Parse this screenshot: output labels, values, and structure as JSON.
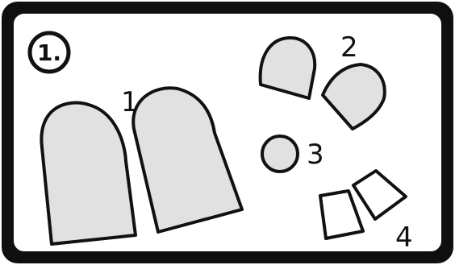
{
  "step": {
    "number": "1."
  },
  "labels": {
    "group_1": "1",
    "group_2": "2",
    "group_3": "3",
    "group_4": "4"
  },
  "colors": {
    "frame_fill": "#0f0f0f",
    "panel_fill": "#ffffff",
    "piece_fill": "#e1e1e1",
    "stroke": "#111111"
  }
}
